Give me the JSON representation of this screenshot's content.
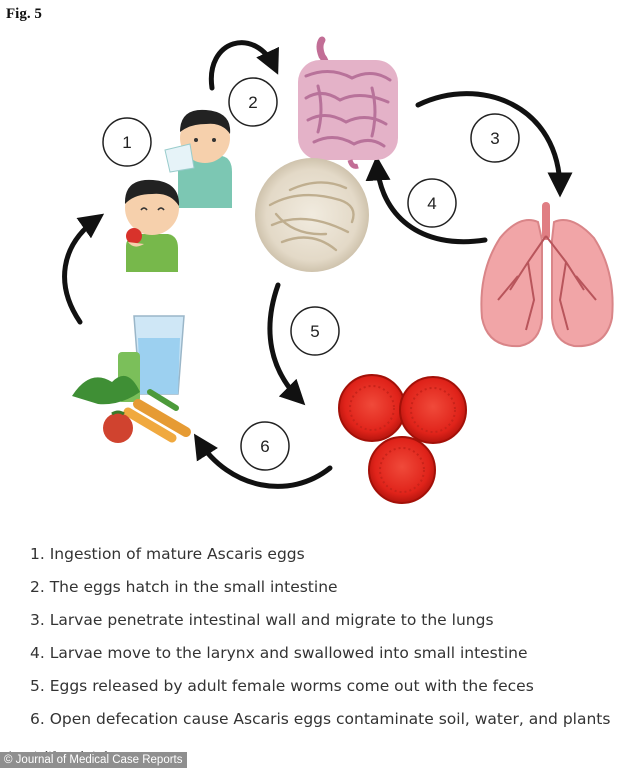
{
  "figure_label": "Fig. 5",
  "stage_numbers": [
    "1",
    "2",
    "3",
    "4",
    "5",
    "6"
  ],
  "legend_items": [
    "1. Ingestion of mature Ascaris eggs",
    "2. The eggs hatch in the small intestine",
    "3. Larvae penetrate intestinal wall and migrate to the lungs",
    "4. Larvae move to the larynx and swallowed into small intestine",
    "5. Eggs released by adult female worms come out with the feces",
    "6. Open defecation cause Ascaris eggs contaminate soil, water, and plants"
  ],
  "caption": "Ascaris life cycle in human",
  "credit": "© Journal of Medical Case Reports",
  "colors": {
    "arrow": "#111111",
    "intestine": "#d9a6bf",
    "lung": "#f1a5a7",
    "egg": "#e8261c",
    "worm_dish": "#e9e1d3"
  },
  "icons": [
    "child-drinking-icon",
    "child-eating-icon",
    "intestine-icon",
    "lungs-icon",
    "worms-dish-icon",
    "vegetables-water-icon",
    "eggs-icon"
  ]
}
